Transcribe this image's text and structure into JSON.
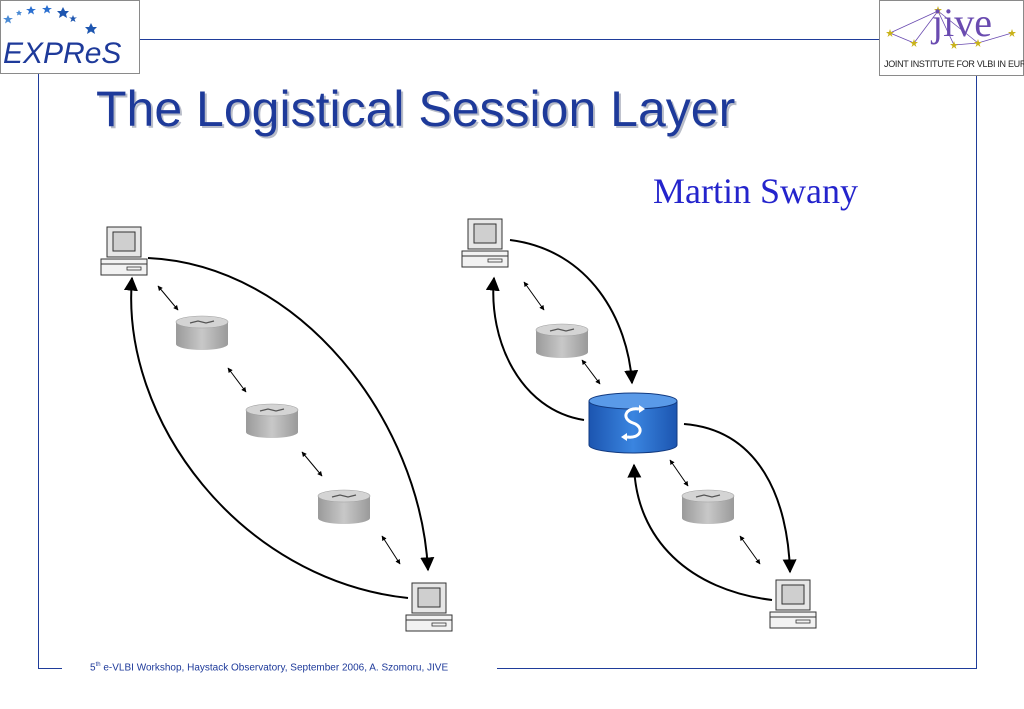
{
  "header": {
    "left_logo_text": "EXPReS",
    "right_logo_name": "jive",
    "right_logo_subtitle": "JOINT INSTITUTE FOR VLBI IN EUROPE"
  },
  "slide": {
    "title": "The Logistical Session Layer",
    "author": "Martin Swany"
  },
  "footer": {
    "ordinal_num": "5",
    "ordinal_suffix": "th",
    "text": " e-VLBI Workshop, Haystack Observatory, September 2006, A. Szomoru, JIVE"
  },
  "diagram": {
    "left_network": {
      "hosts": 2,
      "routers": 3
    },
    "right_network": {
      "hosts": 2,
      "routers": 2,
      "depot_symbol": "S"
    },
    "colors": {
      "frame": "#1f3c9a",
      "title": "#1e3a9a",
      "author": "#2424cc",
      "depot": "#2a6fd0",
      "router": "#b4b4b4"
    }
  }
}
